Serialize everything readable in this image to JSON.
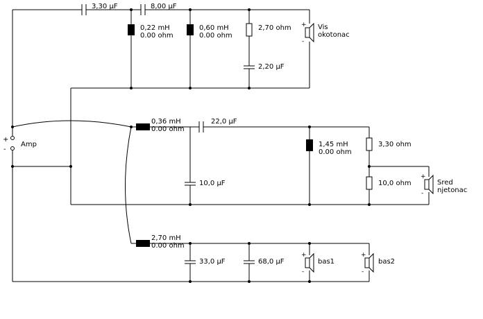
{
  "amp": {
    "label": "Amp",
    "plus": "+",
    "minus": "-"
  },
  "tweeter": {
    "c1": "3,30 µF",
    "c2": "8,00 µF",
    "l1": {
      "value": "0,22 mH",
      "res": "0.00 ohm"
    },
    "l2": {
      "value": "0,60 mH",
      "res": "0.00 ohm"
    },
    "r1": "2,70 ohm",
    "c3": "2,20 µF",
    "speaker": {
      "line1": "Vis",
      "line2": "okotonac"
    }
  },
  "midrange": {
    "l1": {
      "value": "0,36 mH",
      "res": "0.00 ohm"
    },
    "c1": "22,0 µF",
    "c2": "10,0 µF",
    "l2": {
      "value": "1,45 mH",
      "res": "0.00 ohm"
    },
    "r1": "3,30 ohm",
    "r2": "10,0 ohm",
    "speaker": {
      "line1": "Sred",
      "line2": "njetonac"
    }
  },
  "bass": {
    "l1": {
      "value": "2,70 mH",
      "res": "0.00 ohm"
    },
    "c1": "33,0 µF",
    "c2": "68,0 µF",
    "speaker1": "bas1",
    "speaker2": "bas2"
  }
}
